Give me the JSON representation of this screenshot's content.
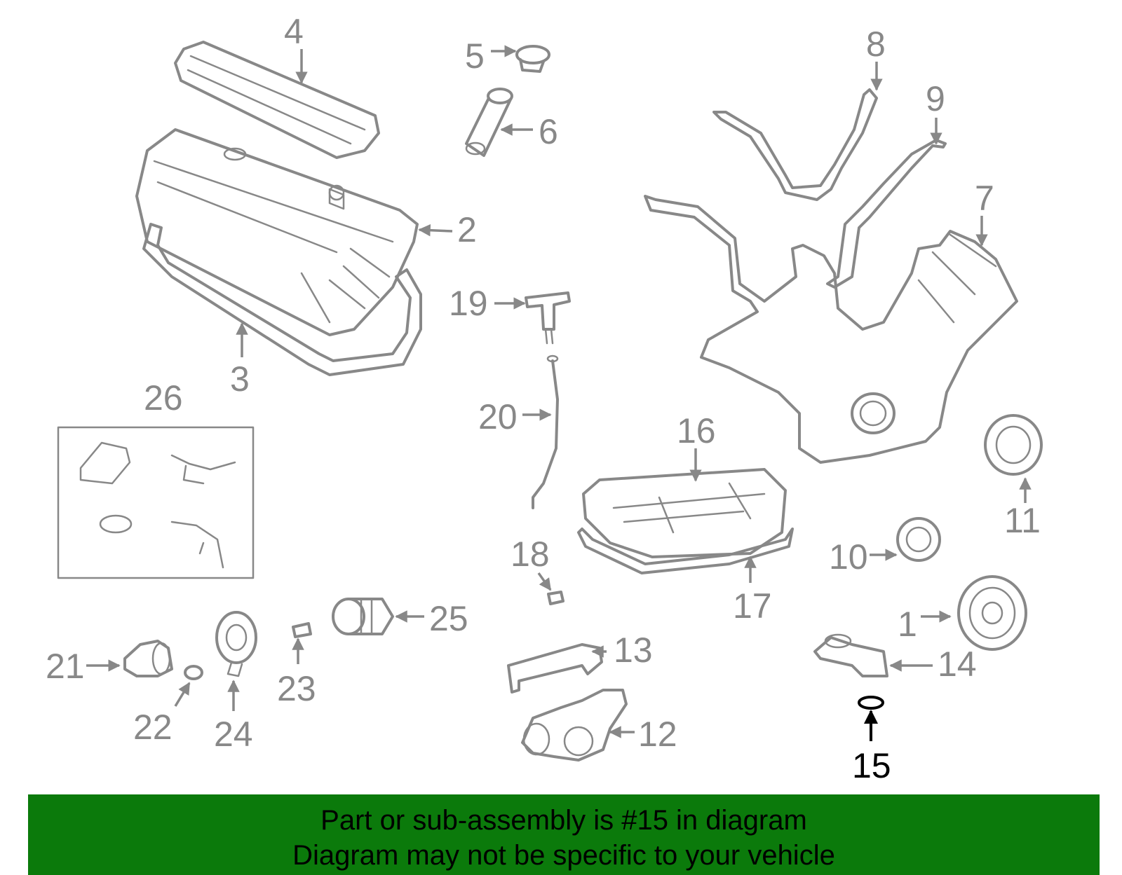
{
  "diagram": {
    "highlighted_part": "15",
    "labels": {
      "p1": "1",
      "p2": "2",
      "p3": "3",
      "p4": "4",
      "p5": "5",
      "p6": "6",
      "p7": "7",
      "p8": "8",
      "p9": "9",
      "p10": "10",
      "p11": "11",
      "p12": "12",
      "p13": "13",
      "p14": "14",
      "p15": "15",
      "p16": "16",
      "p17": "17",
      "p18": "18",
      "p19": "19",
      "p20": "20",
      "p21": "21",
      "p22": "22",
      "p23": "23",
      "p24": "24",
      "p25": "25",
      "p26": "26"
    },
    "colors": {
      "parts": "#888888",
      "highlight": "#000000",
      "banner": "#0b7a0b"
    }
  },
  "banner": {
    "line1": "Part or sub-assembly is #15 in diagram",
    "line2": "Diagram may not be specific to your vehicle"
  }
}
